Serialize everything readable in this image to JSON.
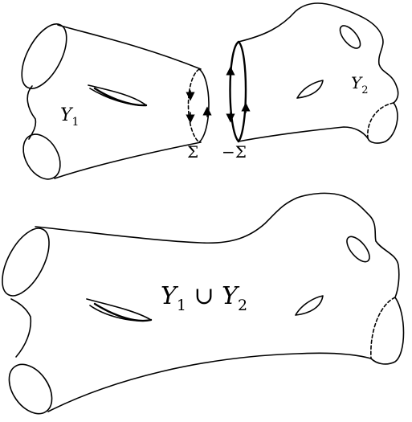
{
  "labels": {
    "y1": {
      "base": "Y",
      "sub": "1"
    },
    "y2": {
      "base": "Y",
      "sub": "2"
    },
    "sigma": "Σ",
    "neg_sigma": "−Σ",
    "union": {
      "a": "Y",
      "a_sub": "1",
      "op": " ∪ ",
      "b": "Y",
      "b_sub": "2"
    }
  },
  "colors": {
    "ink": "#000000",
    "background": "#ffffff"
  }
}
